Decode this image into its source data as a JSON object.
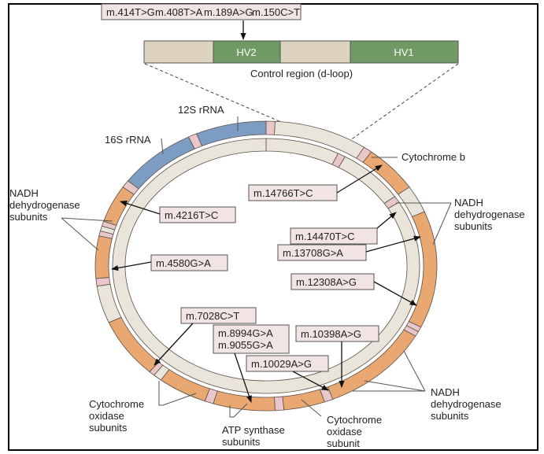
{
  "colors": {
    "protein_coding": "#e9a771",
    "rrna": "#7d9cc4",
    "trna": "#e9c6c9",
    "noncoding": "#e9e5da",
    "hv_region": "#6f9a63",
    "control_flank": "#ded3bf",
    "mutation_box": "#f1e4e2",
    "outline": "#555555"
  },
  "control_region": {
    "mutations_box": [
      "m.414T>G",
      "m.408T>A",
      "m.189A>G",
      "m.150C>T"
    ],
    "segments": [
      {
        "label": "",
        "type": "flank"
      },
      {
        "label": "HV2",
        "type": "hv"
      },
      {
        "label": "",
        "type": "flank"
      },
      {
        "label": "HV1",
        "type": "hv"
      }
    ],
    "caption": "Control region (d-loop)"
  },
  "gene_labels": {
    "rrna_12s": "12S rRNA",
    "rrna_16s": "16S rRNA",
    "cyt_b": "Cytochrome b",
    "nadh_left": [
      "NADH",
      "dehydrogenase",
      "subunits"
    ],
    "nadh_right_upper": [
      "NADH",
      "dehydrogenase",
      "subunits"
    ],
    "nadh_right_lower": [
      "NADH",
      "dehydrogenase",
      "subunits"
    ],
    "cox_left": [
      "Cytochrome",
      "oxidase",
      "subunits"
    ],
    "atp": [
      "ATP synthase",
      "subunits"
    ],
    "cox_bottom": [
      "Cytochrome",
      "oxidase",
      "subunit"
    ]
  },
  "mutations": {
    "m14766": "m.14766T>C",
    "m4216": "m.4216T>C",
    "m14470": "m.14470T>C",
    "m13708": "m.13708G>A",
    "m4580": "m.4580G>A",
    "m12308": "m.12308A>G",
    "m7028": "m.7028C>T",
    "m8994": "m.8994G>A",
    "m9055": "m.9055G>A",
    "m10398": "m.10398A>G",
    "m10029": "m.10029A>G"
  },
  "outer_ring_segments": [
    {
      "gene": "noncoding",
      "from": -87,
      "to": -55
    },
    {
      "gene": "trna",
      "from": -55,
      "to": -52
    },
    {
      "gene": "protein_coding",
      "from": -52,
      "to": -33
    },
    {
      "gene": "noncoding",
      "from": -33,
      "to": -22
    },
    {
      "gene": "protein_coding",
      "from": -22,
      "to": 25
    },
    {
      "gene": "trna",
      "from": 25,
      "to": 27
    },
    {
      "gene": "trna",
      "from": 27,
      "to": 29
    },
    {
      "gene": "protein_coding",
      "from": 29,
      "to": 67
    },
    {
      "gene": "trna",
      "from": 67,
      "to": 70
    },
    {
      "gene": "protein_coding",
      "from": 70,
      "to": 84
    },
    {
      "gene": "trna",
      "from": 84,
      "to": 87
    },
    {
      "gene": "protein_coding",
      "from": 87,
      "to": 108
    },
    {
      "gene": "trna",
      "from": 108,
      "to": 111
    },
    {
      "gene": "protein_coding",
      "from": 111,
      "to": 128
    },
    {
      "gene": "noncoding",
      "from": 128,
      "to": 131
    },
    {
      "gene": "trna",
      "from": 131,
      "to": 133
    },
    {
      "gene": "protein_coding",
      "from": 133,
      "to": 157
    },
    {
      "gene": "noncoding",
      "from": 157,
      "to": 172
    },
    {
      "gene": "trna",
      "from": 172,
      "to": 175
    },
    {
      "gene": "protein_coding",
      "from": 175,
      "to": 192
    },
    {
      "gene": "trna",
      "from": 192,
      "to": 194
    },
    {
      "gene": "noncoding",
      "from": 194,
      "to": 196
    },
    {
      "gene": "trna",
      "from": 196,
      "to": 198
    },
    {
      "gene": "protein_coding",
      "from": 198,
      "to": 213
    },
    {
      "gene": "trna",
      "from": 213,
      "to": 216
    },
    {
      "gene": "rrna",
      "from": 216,
      "to": 243
    },
    {
      "gene": "trna",
      "from": 243,
      "to": 246
    },
    {
      "gene": "rrna",
      "from": 246,
      "to": 270
    },
    {
      "gene": "trna",
      "from": 270,
      "to": 273
    }
  ],
  "inner_ring_segments": [
    {
      "gene": "noncoding",
      "from": -90,
      "to": -62
    },
    {
      "gene": "trna",
      "from": -62,
      "to": -59
    },
    {
      "gene": "noncoding",
      "from": -59,
      "to": -33
    },
    {
      "gene": "trna",
      "from": -33,
      "to": -30
    },
    {
      "gene": "noncoding",
      "from": -30,
      "to": 270
    }
  ]
}
